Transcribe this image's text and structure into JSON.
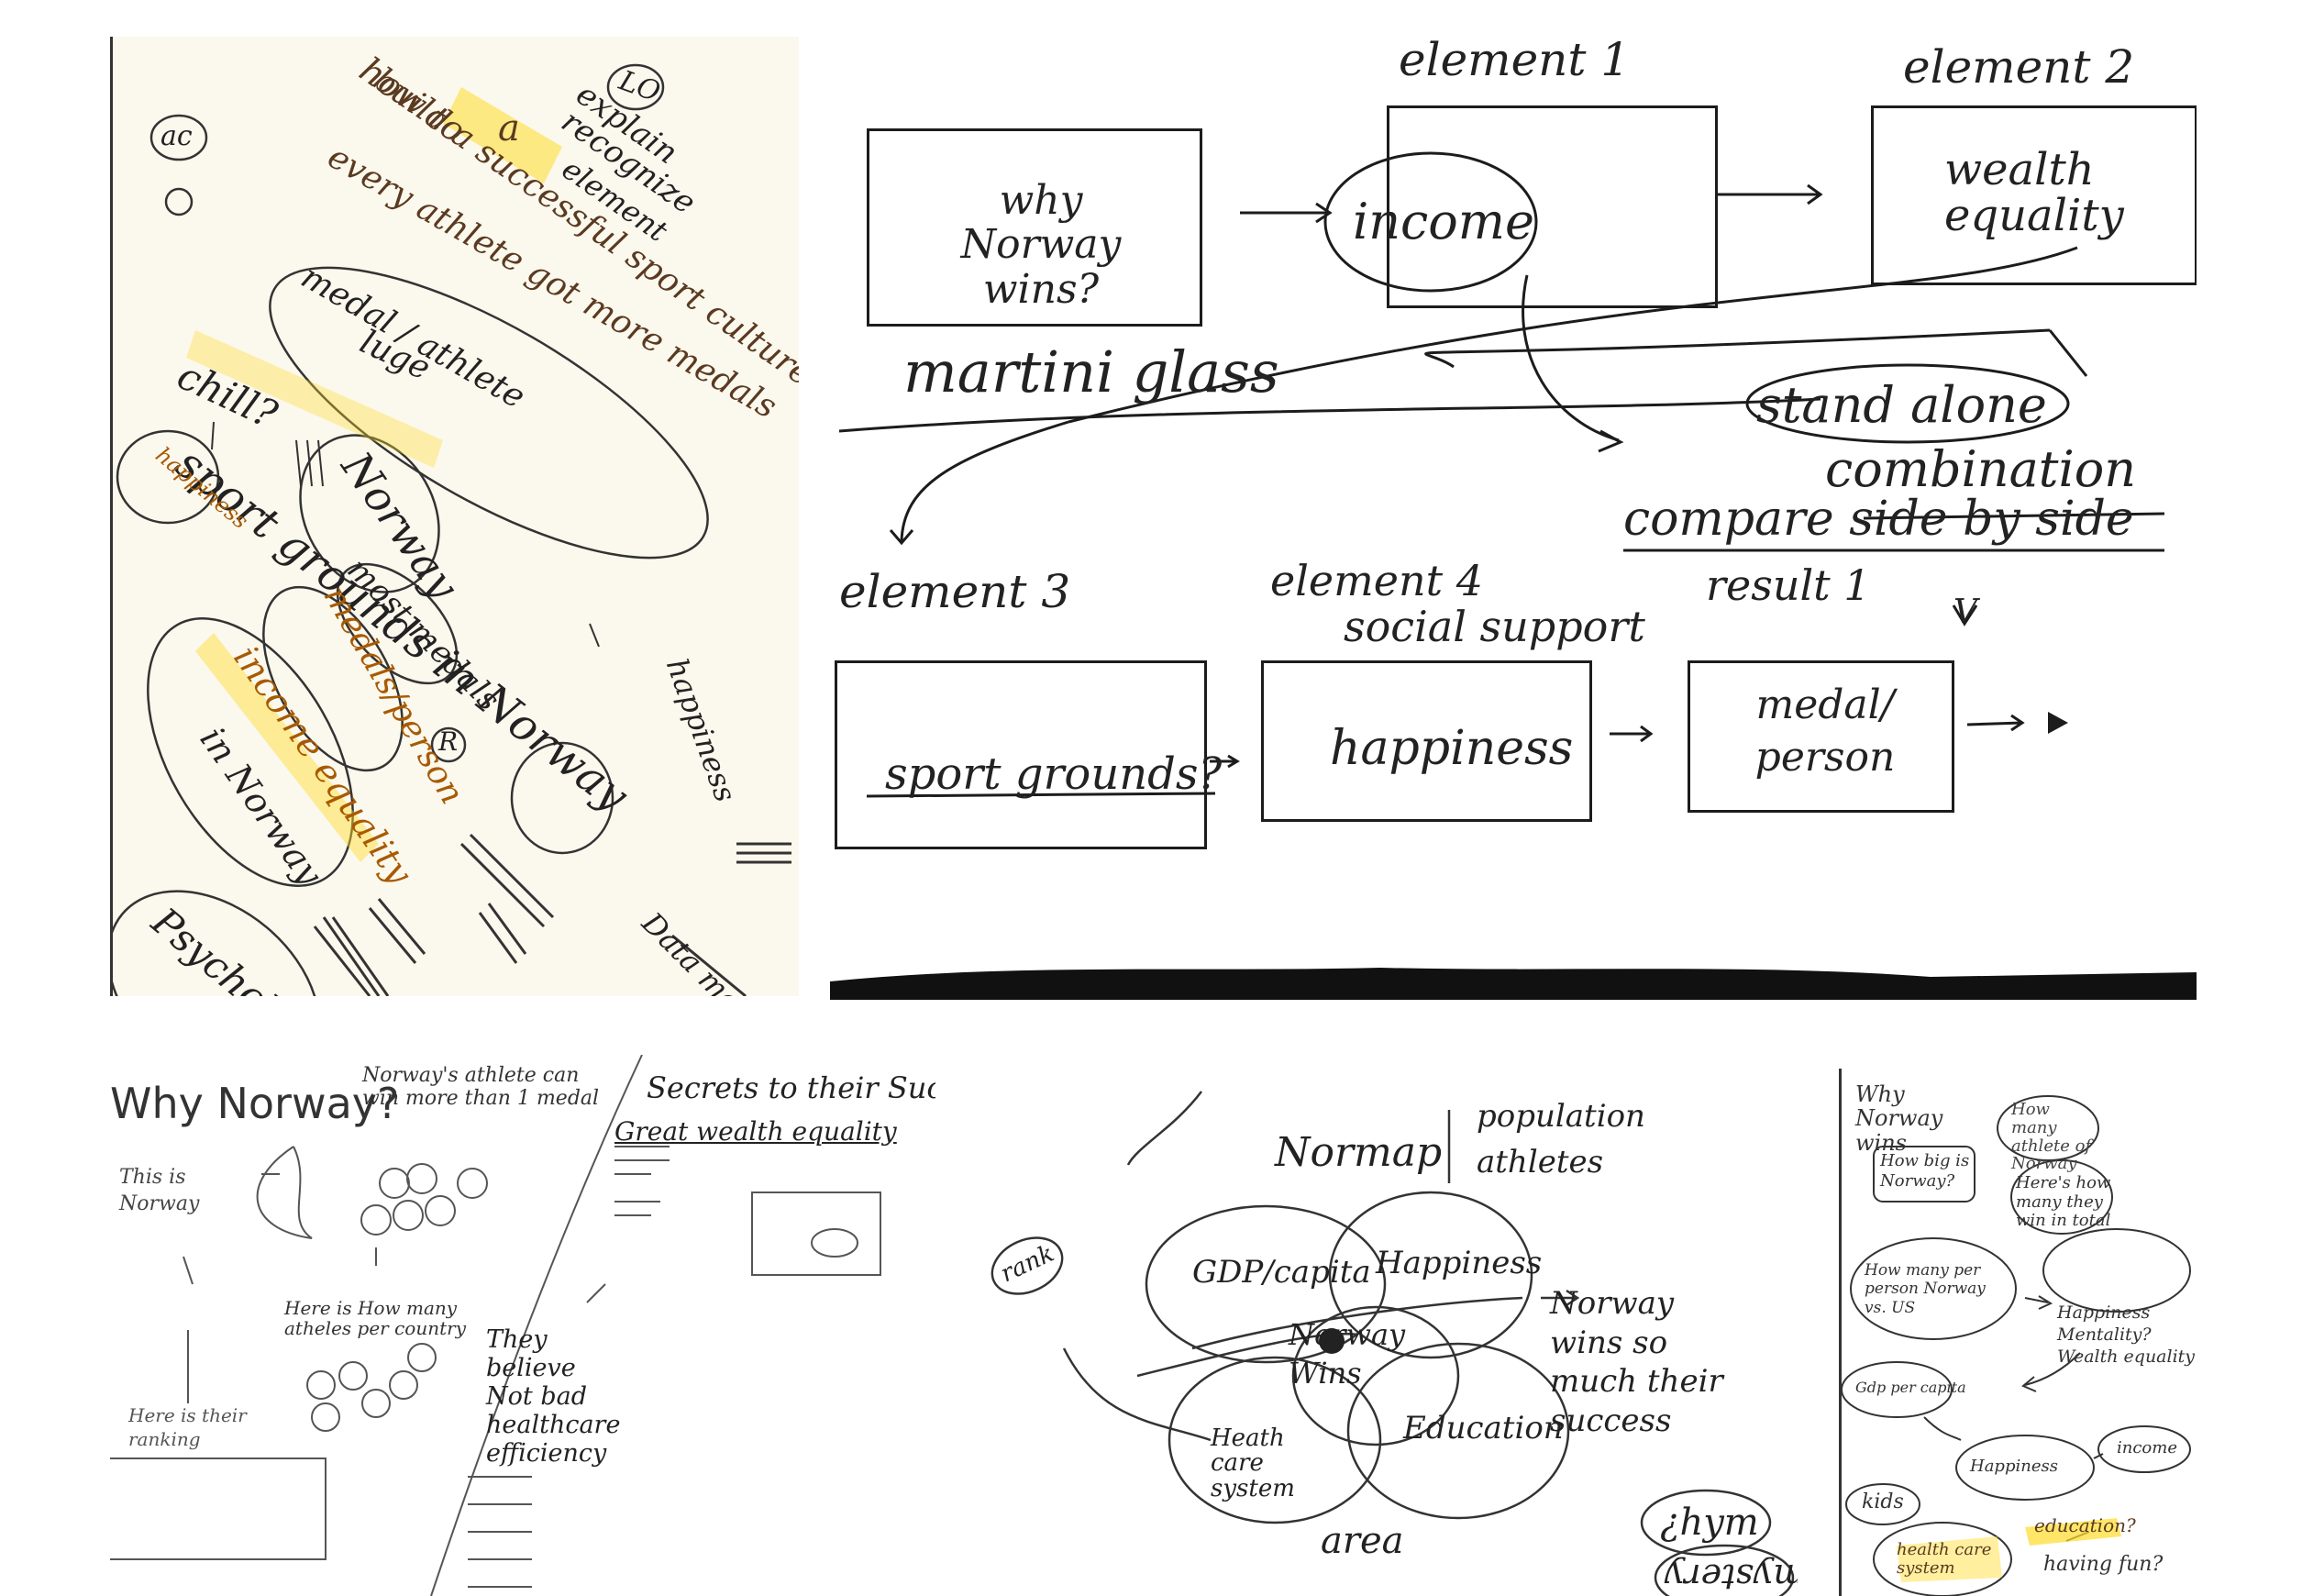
{
  "panel_tl": {
    "lo": "LO",
    "explain": "explain",
    "recognize": "recognize",
    "element": "element",
    "ac": "ac",
    "how_to": "how to",
    "build_a": "build a successful sport culture",
    "a_element_of": "a",
    "every_athlete": "every athlete got more medals",
    "medal_athlete": "medal / athlete",
    "luge": "luge",
    "sport_grounds": "sport grounds in Norway",
    "chill": "chill?",
    "happiness_small": "happiness",
    "norway": "Norway",
    "most_medals": "most medals",
    "medals_person": "medals/person",
    "income_equality": "income equality",
    "in_norway": "in Norway",
    "r": "R",
    "happiness_vert": "happiness",
    "psychology": "Psychol",
    "data_man": "Data man"
  },
  "panel_tr": {
    "element1": "element 1",
    "element2": "element 2",
    "why_norway_wins": "why Norway wins?",
    "income": "income",
    "wealth_equality": "wealth equality",
    "martini_glass": "martini glass",
    "stand_alone": "stand alone",
    "combination": "combination",
    "compare_side": "compare side by side",
    "result1": "result 1",
    "element3": "element 3",
    "element4": "element 4",
    "social_support": "social support",
    "sport_grounds": "sport grounds?",
    "happiness": "happiness",
    "medal_person": "medal/ person",
    "checkmark": "V"
  },
  "panel_bl": {
    "why_norway": "Why Norway?",
    "athletes_win": "Norway's athlete can win more than 1 medal",
    "secrets": "Secrets to their Success",
    "great_wealth": "Great wealth equality",
    "this_is_norway": "This is Norway",
    "here_is_how_many": "Here is How many atheles per country",
    "they_believe": "They believe Not bad healthcare efficiency",
    "here_is_ranking": "Here is their ranking"
  },
  "panel_bm": {
    "normap": "Normap",
    "population": "population",
    "athletes": "athletes",
    "gdp": "GDP/capita",
    "happiness": "Happiness",
    "norway_wins_center": "Norway Wins",
    "health_care": "Heath care system",
    "education": "Education",
    "norway_wins": "Norway wins so much their success",
    "area": "area",
    "hym": "¿hym",
    "mystery": "mystery",
    "rank": "rank"
  },
  "panel_br": {
    "why_norway_wins": "Why Norway wins",
    "how_many_athlete": "How many athlete of Norway",
    "how_big": "How big is Norway?",
    "heres_how_many": "Here's how many they win in total",
    "how_many_per_person": "How many per person Norway vs. US",
    "happiness_mentality": "Happiness Mentality? Wealth equality",
    "gdp_per_capita": "Gdp per capita",
    "happiness": "Happiness",
    "income": "income",
    "kids": "kids",
    "health_care": "health care system",
    "education": "education?",
    "having_fun": "having fun?"
  }
}
